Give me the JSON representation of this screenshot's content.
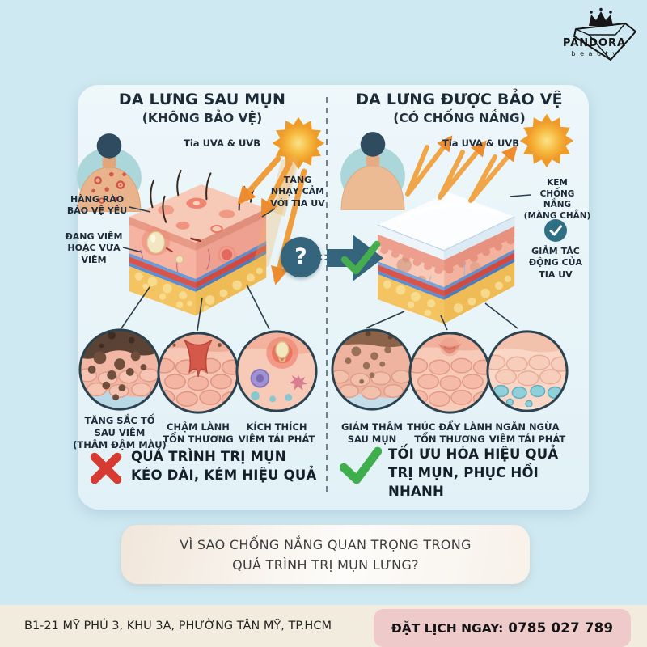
{
  "brand": {
    "name": "PANDORA",
    "sub": "b e a u t y"
  },
  "panels": {
    "left": {
      "title": "DA LƯNG SAU MỤN",
      "subtitle": "(KHÔNG BẢO VỆ)",
      "uv_label": "Tia UVA & UVB",
      "label_barrier": "HÀNG RÀO\nBẢO VỆ YẾU",
      "label_inflamed": "ĐANG VIÊM\nHOẶC VỪA\nVIÊM",
      "label_sensitivity": "TĂNG\nNHẠY CẢM\nVỚI TIA UV",
      "circles": [
        {
          "label": "TĂNG SẮC TỐ\nSAU VIÊM\n(THÂM ĐẬM MÀU)"
        },
        {
          "label": "CHẬM LÀNH\nTỔN THƯƠNG"
        },
        {
          "label": "KÍCH THÍCH\nVIÊM TÁI PHÁT"
        }
      ],
      "conclusion": "QUÁ TRÌNH TRỊ MỤN\nKÉO DÀI, KÉM HIỆU QUẢ"
    },
    "right": {
      "title": "DA LƯNG ĐƯỢC BẢO VỆ",
      "subtitle": "(CÓ CHỐNG NẮNG)",
      "uv_label": "Tia UVA & UVB",
      "label_sunscreen": "KEM\nCHỐNG\nNẮNG\n(MÀNG CHẮN)",
      "label_reduce": "GIẢM TÁC\nĐỘNG CỦA\nTIA UV",
      "circles": [
        {
          "label": "GIẢM THÂM\nSAU MỤN"
        },
        {
          "label": "THÚC ĐẨY LÀNH\nTỔN THƯƠNG"
        },
        {
          "label": "NGĂN NGỪA\nVIÊM TÁI PHÁT"
        }
      ],
      "conclusion": "TỐI ƯU HÓA HIỆU QUẢ\nTRỊ MỤN, PHỤC HỒI NHANH"
    }
  },
  "center": {
    "question_mark": "?"
  },
  "question": {
    "text": "VÌ SAO CHỐNG NẮNG QUAN TRỌNG TRONG\nQUÁ TRÌNH TRỊ MỤN LƯNG?"
  },
  "footer": {
    "address": "B1-21 MỸ PHÚ 3, KHU 3A, PHƯỜNG TÂN MỸ, TP.HCM",
    "cta_label": "ĐẶT LỊCH NGAY:",
    "phone": "0785 027 789"
  },
  "colors": {
    "background": "#cfe9f2",
    "card": "#e9f4f8",
    "accent_teal": "#35657d",
    "danger_red": "#d63a31",
    "success_green": "#3fae4c",
    "cta_bg": "#eecbca",
    "footer_bg": "#f2ecdf"
  }
}
